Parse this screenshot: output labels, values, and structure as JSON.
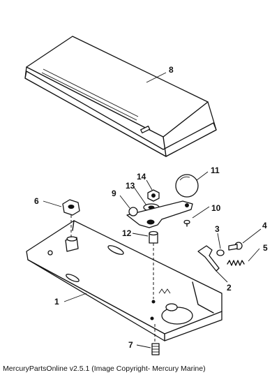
{
  "callouts": {
    "c1": "1",
    "c2": "2",
    "c3": "3",
    "c4": "4",
    "c5": "5",
    "c6": "6",
    "c7": "7",
    "c8": "8",
    "c9": "9",
    "c10": "10",
    "c11": "11",
    "c12": "12",
    "c13": "13",
    "c14": "14"
  },
  "caption": "MercuryPartsOnline v2.5.1 (Image Copyright- Mercury Marine)"
}
